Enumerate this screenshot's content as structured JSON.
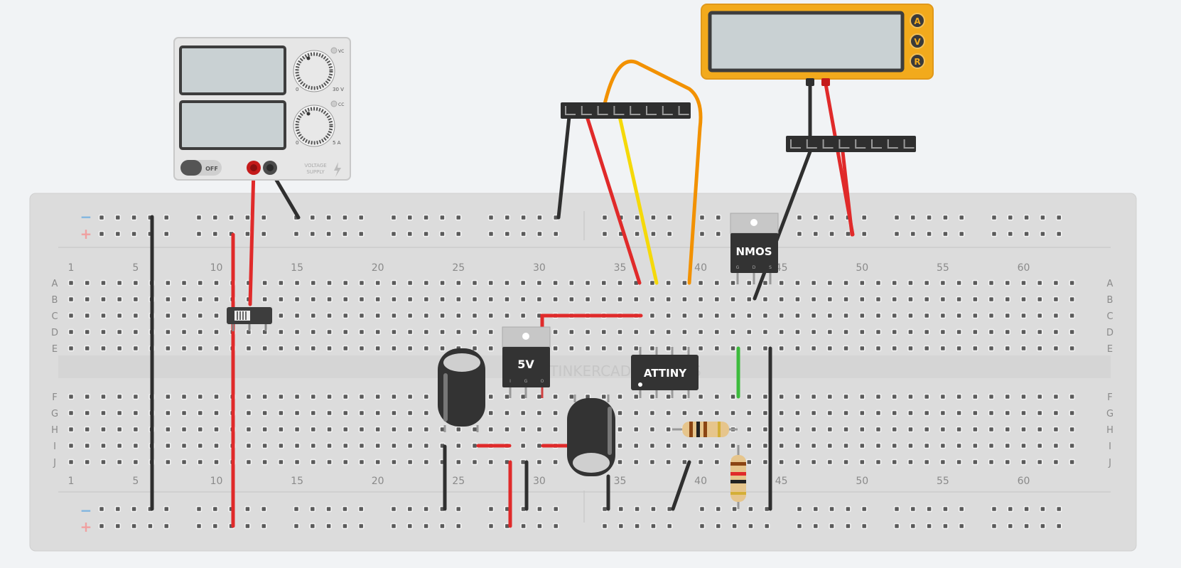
{
  "power_supply": {
    "voltage_knob_min": "0",
    "voltage_knob_max": "30 V",
    "current_knob_min": "0",
    "current_knob_max": "5 A",
    "vc_label": "VC",
    "cc_label": "CC",
    "switch_label": "OFF",
    "brand_line1": "VOLTAGE",
    "brand_line2": "SUPPLY"
  },
  "multimeter": {
    "mode_amps": "A",
    "mode_volts": "V",
    "mode_ohms": "R"
  },
  "breadboard": {
    "rail_minus": "−",
    "rail_plus": "+",
    "row_labels_top": [
      "A",
      "B",
      "C",
      "D",
      "E"
    ],
    "row_labels_bottom": [
      "F",
      "G",
      "H",
      "I",
      "J"
    ],
    "column_numbers": [
      "1",
      "5",
      "10",
      "15",
      "20",
      "25",
      "30",
      "35",
      "40",
      "45",
      "50",
      "55",
      "60"
    ],
    "watermark": "TINKERCAD CIRCUITS"
  },
  "components": {
    "regulator_label": "5V",
    "regulator_pins": [
      "I",
      "G",
      "O"
    ],
    "nmos_label": "NMOS",
    "nmos_pins": [
      "G",
      "D",
      "S"
    ],
    "mcu_label": "ATTINY"
  },
  "wire_colors": {
    "red": "#e02a2a",
    "black": "#2f2f2f",
    "yellow": "#f5d90a",
    "orange": "#f29100",
    "green": "#3dbb3d"
  },
  "colors": {
    "multimeter_body": "#f2aa1c",
    "breadboard": "#dcdcdc",
    "lcd": "#c9d1d3",
    "component_dark": "#333333"
  }
}
